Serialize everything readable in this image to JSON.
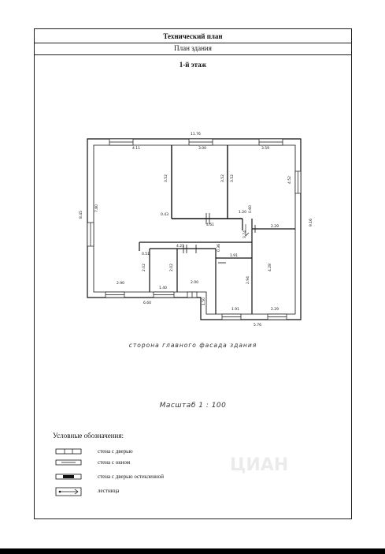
{
  "header": {
    "title": "Технический план",
    "subtitle": "План здания",
    "floor": "1-й этаж"
  },
  "plan": {
    "dimensions": {
      "overall_width": "11.76",
      "left_overall": "8.45",
      "right_overall": "9.16",
      "room1_top": "4.11",
      "room2_top": "3.00",
      "room3_top": "3.59",
      "room1_height": "7.80",
      "room2_height": "3.52",
      "room2_height_b": "3.52",
      "room3_height_a": "3.52",
      "room3_height_b": "4.52",
      "dim_043": "0.43",
      "dim_461": "4.61",
      "dim_120": "1.20",
      "dim_060": "0.60",
      "dim_229_upper": "2.29",
      "dim_374": "3.74",
      "dim_421": "4.21",
      "dim_051": "0.51",
      "dim_036": "0.36",
      "dim_191_upper": "1.91",
      "dim_202_a": "2.02",
      "dim_202_b": "2.02",
      "dim_428": "4.28",
      "dim_290": "2.90",
      "dim_140": "1.40",
      "dim_200": "2.00",
      "dim_294": "2.94",
      "dim_660": "6.60",
      "dim_150": "1.50",
      "dim_191_lower": "1.91",
      "dim_229_lower": "2.29",
      "dim_576": "5.76"
    }
  },
  "captions": {
    "facade": "сторона главного фасада здания",
    "scale": "Масштаб 1 : 100"
  },
  "legend": {
    "title": "Условные обозначения:",
    "items": [
      {
        "label": "стена с дверью"
      },
      {
        "label": "стена с окном"
      },
      {
        "label": "стена с дверью остекленной"
      },
      {
        "label": "лестница"
      }
    ]
  },
  "watermark": "ЦИАН"
}
